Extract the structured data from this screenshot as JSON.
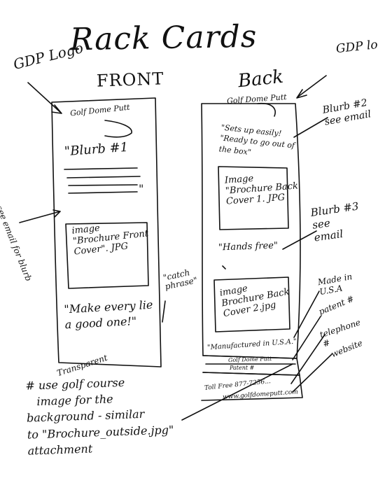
{
  "title": "Rack Cards",
  "front_label": "FRONT",
  "back_label": "Back",
  "logo_left_label": "GDP Logo",
  "logo_right_label": "GDP logo",
  "logo_script": "Golf Dome Putt",
  "front": {
    "blurb": "\"Blurb #1",
    "blurb_close": "\"",
    "see_email": "see email for blurb",
    "image_text": "image\n\"Brochure Front\nCover\". JPG",
    "catch_phrase": "\"Make every lie\na good one!\"",
    "catch_phrase_label": "\"catch\nphrase\""
  },
  "back": {
    "setup_text": "\"Sets up easily!\n\"Ready to go out of\nthe box\"",
    "blurb2_label": "Blurb #2\nsee email",
    "image1_text": "Image\n\"Brochure Back\nCover 1. JPG",
    "blurb3_label": "Blurb #3\nsee\nemail",
    "hands_free": "\"Hands free\"",
    "image2_text": "image\nBrochure Back\nCover 2.jpg",
    "manufactured": "\"Manufactured in U.S.A.\"",
    "patent_bottom": "Patent #",
    "tollfree": "Toll Free 877-7256...",
    "website": "www.golfdomeputt.com",
    "made_in_usa": "Made in\nU.S.A",
    "patent_label": "patent #",
    "telephone_label": "telephone\n#",
    "website_label": "website"
  },
  "note": {
    "transparent_label": "Transparent",
    "text": "# use golf course\n   image for the\nbackground - similar\nto \"Brochure_outside.jpg\"\nattachment"
  }
}
